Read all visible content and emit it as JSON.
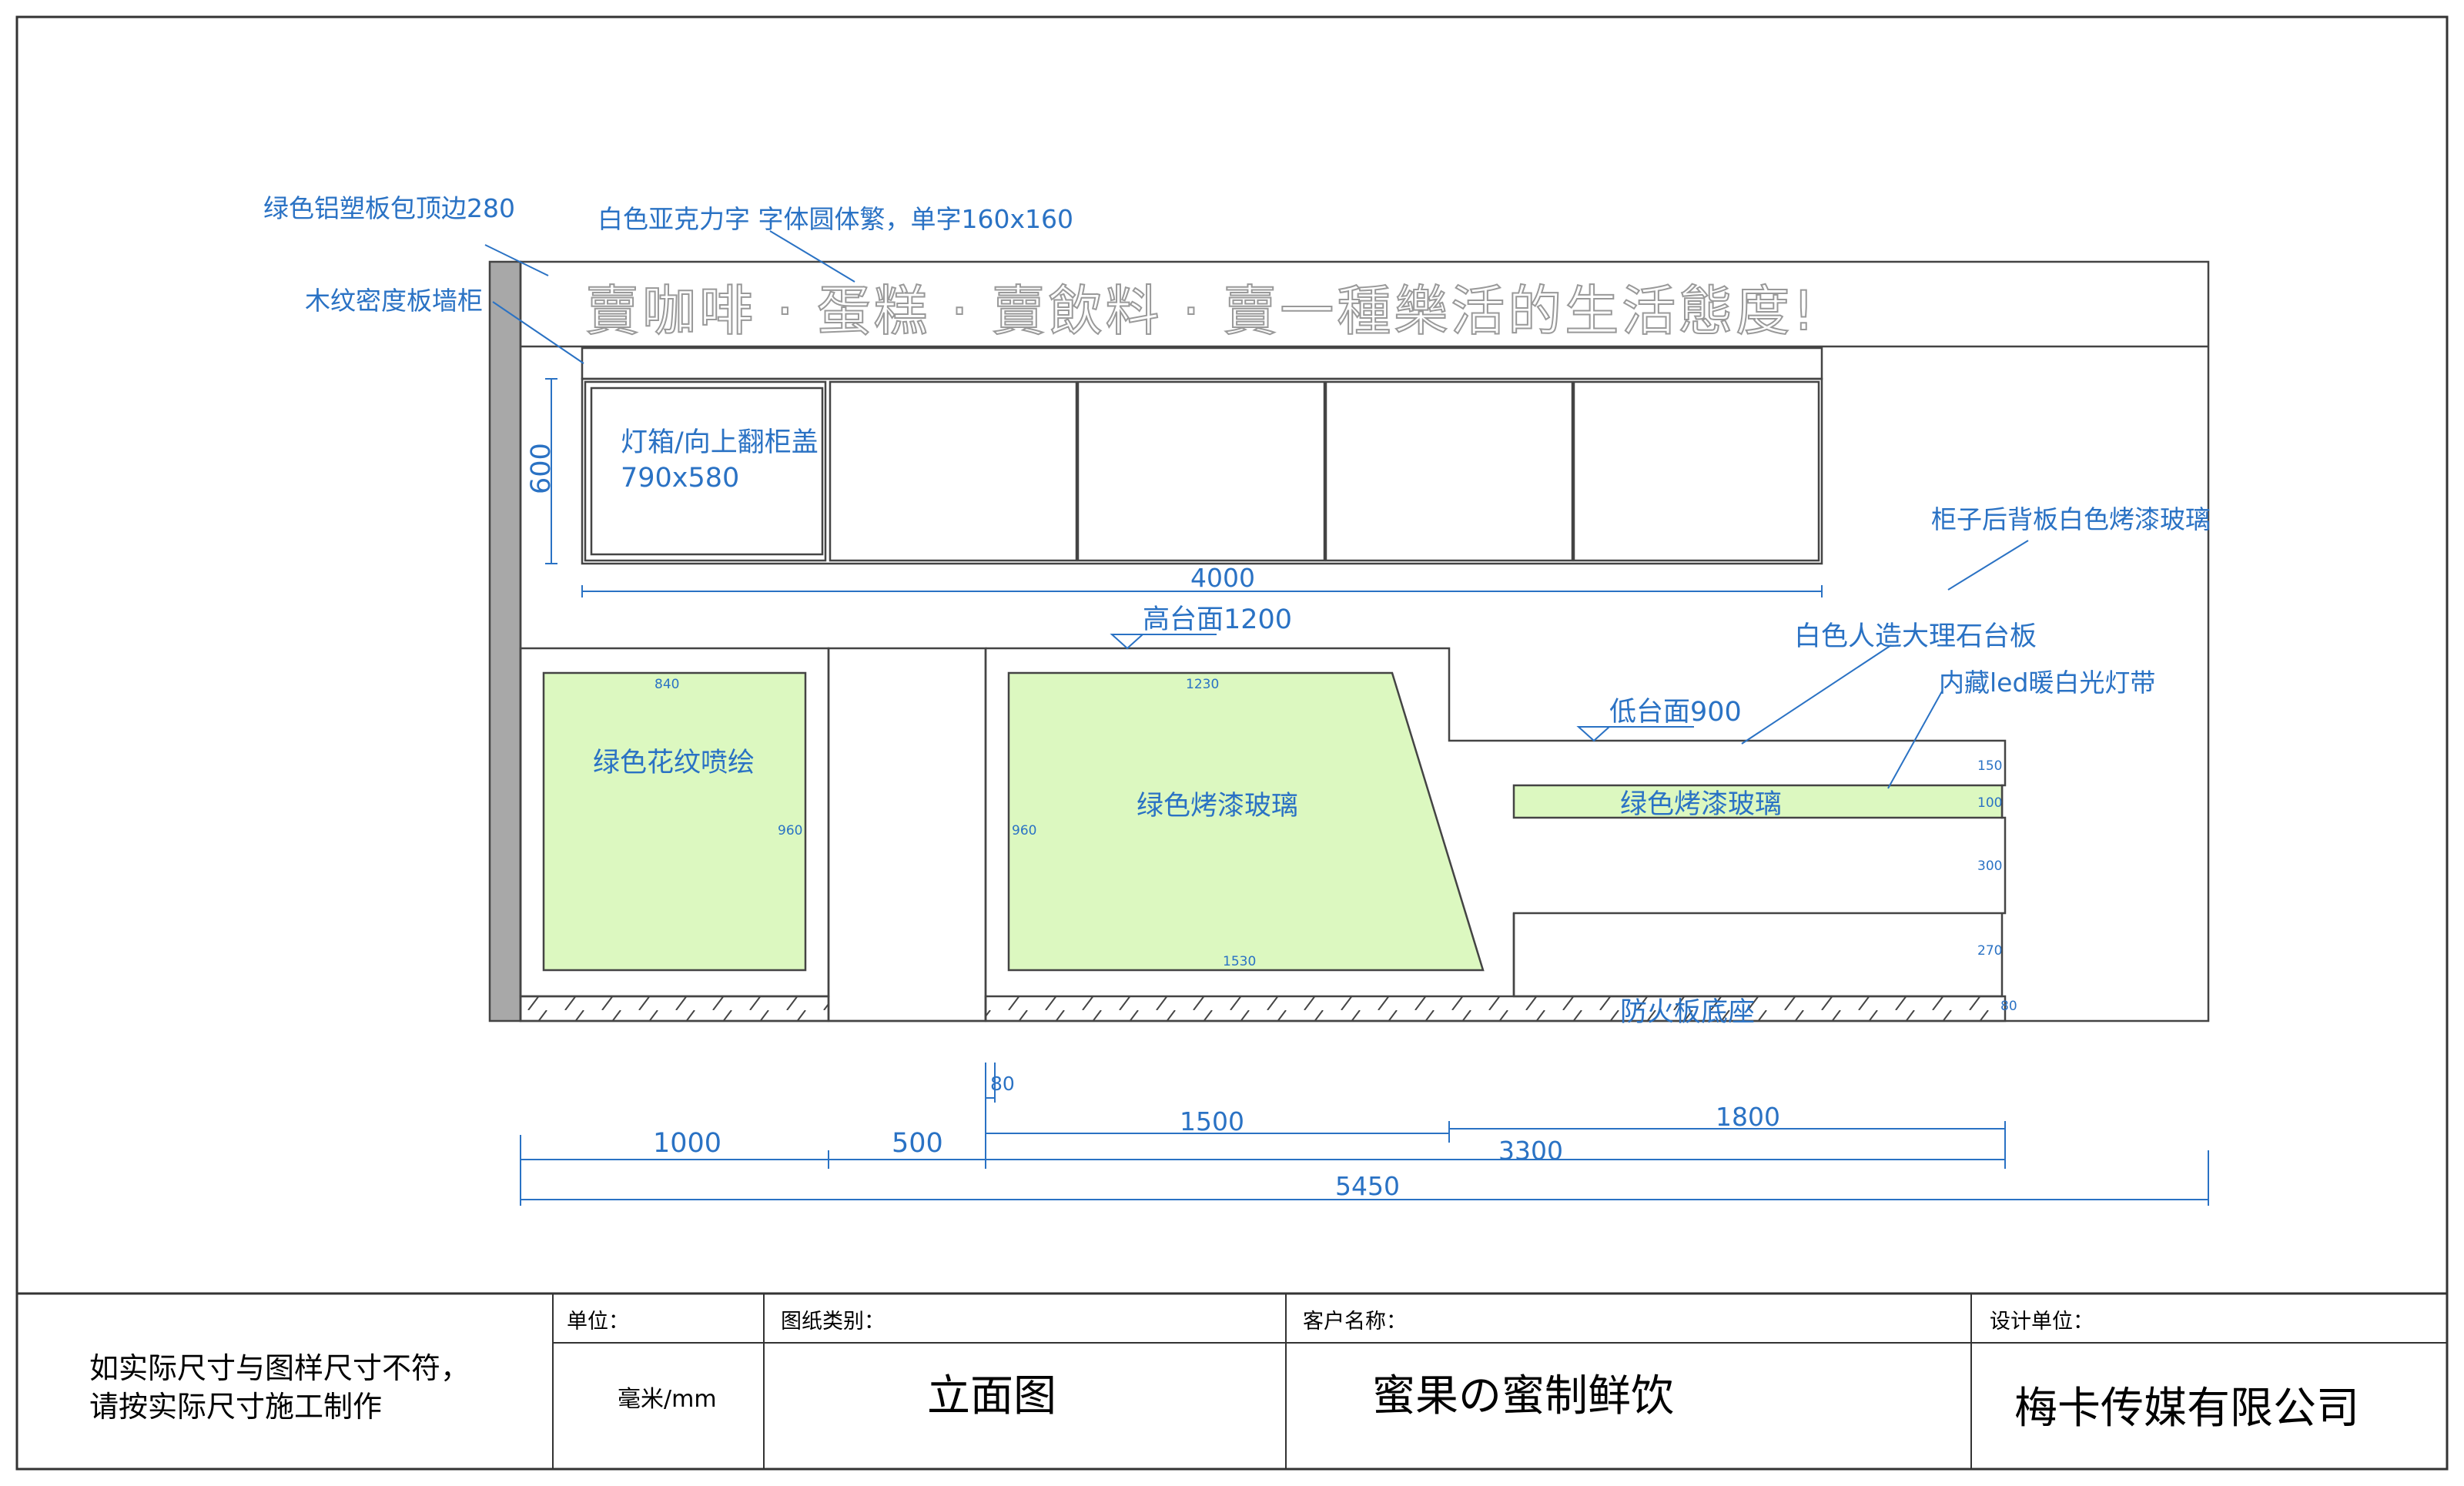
{
  "signage": {
    "headline": "賣咖啡 · 蛋糕 · 賣飲料 · 賣一種樂活的生活態度!"
  },
  "callouts": {
    "top_edge": "绿色铝塑板包顶边280",
    "lettering": "白色亚克力字 字体圆体繁，单字160x160",
    "wall_cabinet": "木纹密度板墙柜",
    "lightbox_title": "灯箱/向上翻柜盖",
    "lightbox_size": "790x580",
    "back_panel": "柜子后背板白色烤漆玻璃",
    "marble_top": "白色人造大理石台板",
    "led_strip": "内藏led暖白光灯带",
    "high_counter": "高台面1200",
    "low_counter": "低台面900",
    "green_pattern": "绿色花纹喷绘",
    "green_glass_main": "绿色烤漆玻璃",
    "green_glass_strip": "绿色烤漆玻璃",
    "fireproof_base": "防火板底座"
  },
  "dimensions": {
    "cabinet_height": "600",
    "cabinet_width": "4000",
    "bottom": [
      "1000",
      "500",
      "1500",
      "1800",
      "3300",
      "5450",
      "80"
    ],
    "panel_left": [
      "840",
      "960"
    ],
    "panel_mid": [
      "1230",
      "960",
      "1530"
    ],
    "right_stack": [
      "150",
      "100",
      "300",
      "270",
      "80"
    ]
  },
  "title_block": {
    "note_line1": "如实际尺寸与图样尺寸不符，",
    "note_line2": "请按实际尺寸施工制作",
    "unit_label": "单位：",
    "unit_value": "毫米/mm",
    "category_label": "图纸类别：",
    "category_value": "立面图",
    "client_label": "客户名称：",
    "client_value": "蜜果の蜜制鲜饮",
    "designer_label": "设计单位：",
    "designer_value": "梅卡传媒有限公司"
  },
  "colors": {
    "annotation_blue": "#2a72c4",
    "green_glass": "#dcf8c0",
    "wall_gray": "#a8a8a8",
    "line": "#333333"
  }
}
